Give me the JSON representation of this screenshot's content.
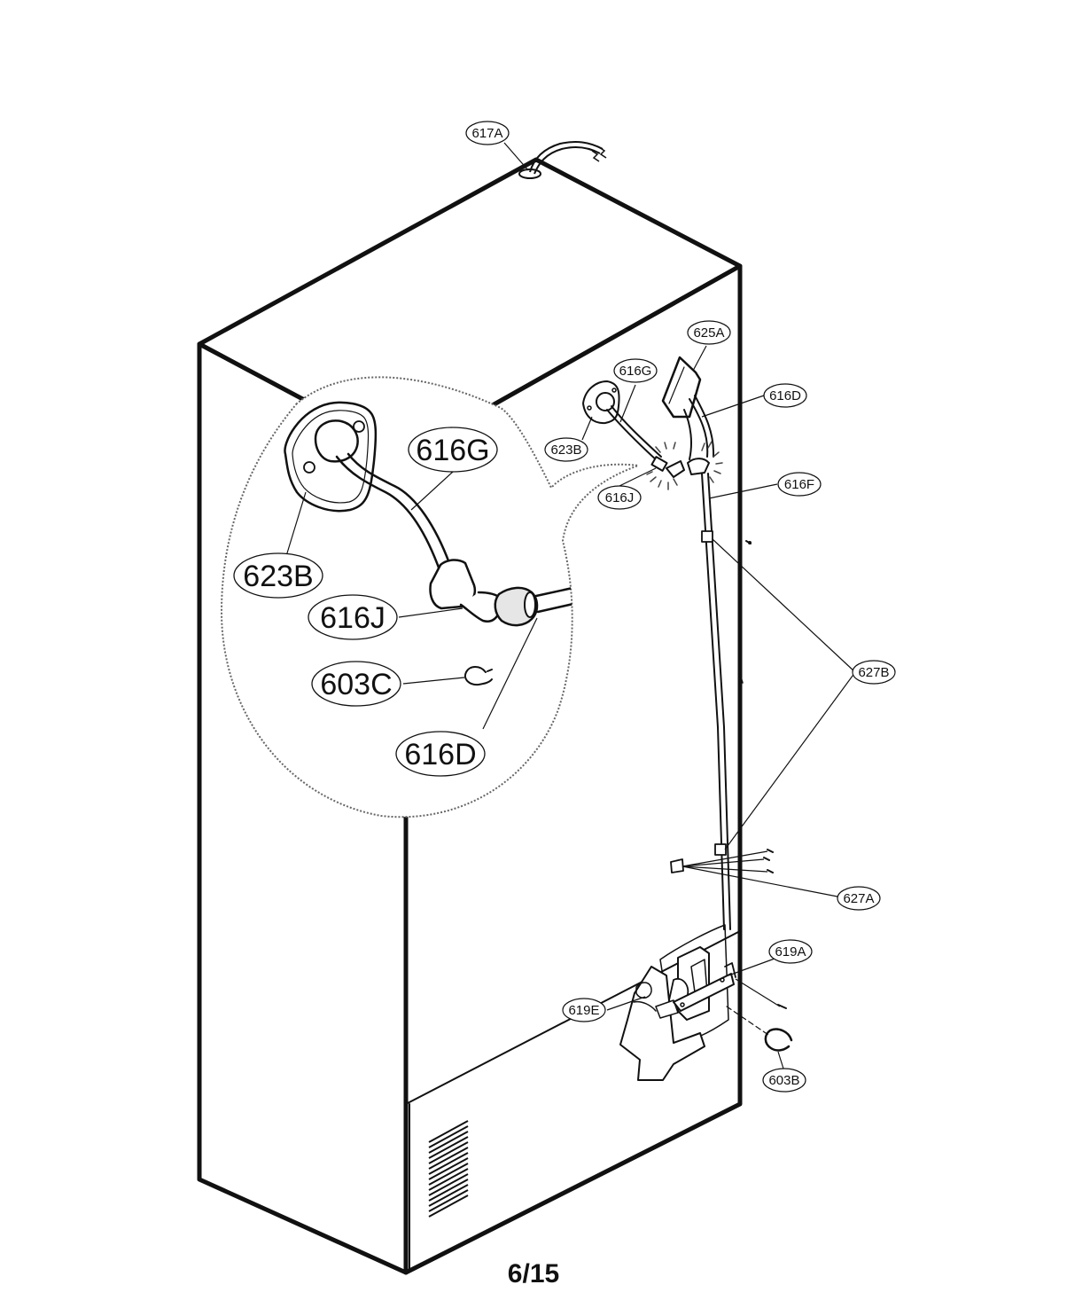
{
  "diagram": {
    "callouts": {
      "c617A": "617A",
      "c625A": "625A",
      "c616G": "616G",
      "c616D": "616D",
      "c623B": "623B",
      "c616F": "616F",
      "c616J": "616J",
      "c627B": "627B",
      "c627A": "627A",
      "c619A": "619A",
      "c619E": "619E",
      "c603B": "603B"
    },
    "detail_callouts": {
      "d616G": "616G",
      "d623B": "623B",
      "d616J": "616J",
      "d603C": "603C",
      "d616D": "616D"
    }
  },
  "page": {
    "number": "6/15"
  }
}
